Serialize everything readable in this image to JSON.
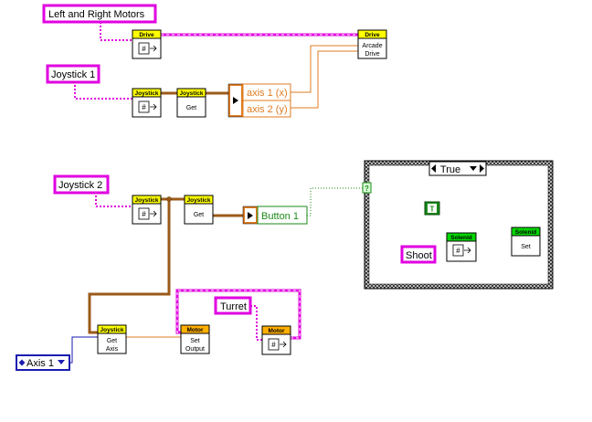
{
  "labels": {
    "left_right_motors": "Left and Right Motors",
    "joystick1": "Joystick 1",
    "joystick2": "Joystick 2",
    "turret": "Turret",
    "shoot": "Shoot"
  },
  "nodes": {
    "drive_ref": {
      "header": "Drive"
    },
    "drive_arcade": {
      "header": "Drive",
      "line1": "Arcade",
      "line2": "Drive"
    },
    "joystick1_ref": {
      "header": "Joystick"
    },
    "joystick1_get": {
      "header": "Joystick",
      "line1": "Get"
    },
    "joystick2_ref": {
      "header": "Joystick"
    },
    "joystick2_get": {
      "header": "Joystick",
      "line1": "Get"
    },
    "joystick_get_axis": {
      "header": "Joystick",
      "line1": "Get",
      "line2": "Axis"
    },
    "motor_set_output": {
      "header": "Motor",
      "line1": "Set",
      "line2": "Output"
    },
    "motor_ref": {
      "header": "Motor"
    },
    "solenoid_ref": {
      "header": "Solenid"
    },
    "solenoid_set": {
      "header": "Solenid",
      "line1": "Set"
    }
  },
  "unbundle1": {
    "axis1": "axis 1 (x)",
    "axis2": "axis 2 (y)"
  },
  "unbundle2": {
    "button1": "Button 1"
  },
  "case": {
    "selector": "True",
    "selector_mark": "?",
    "bool_const": "T"
  },
  "axis_enum": {
    "value": "Axis 1"
  },
  "colors": {
    "refnum_pink": "#e000e0",
    "orange_wire": "#e07b20",
    "brown_wire": "#9b5a1a",
    "green_wire": "#1a8a1a",
    "blue_wire": "#1a1ab0",
    "joystick_yellow": "#ffff00",
    "motor_orange": "#ffb000",
    "solenoid_green": "#00d800"
  }
}
